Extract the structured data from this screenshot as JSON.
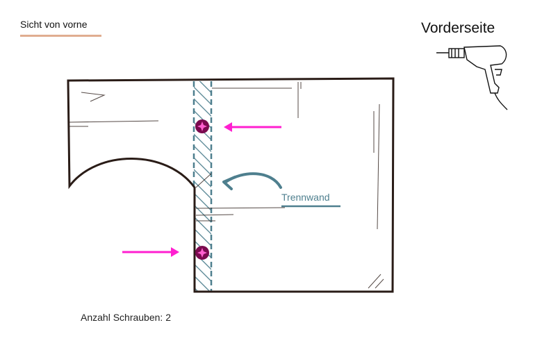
{
  "header": {
    "view_label": "Sicht von vorne",
    "side_label": "Vorderseite"
  },
  "diagram": {
    "partition_label": "Trennwand",
    "screw_count_text": "Anzahl Schrauben: 2"
  },
  "colors": {
    "outline": "#2a1c17",
    "partition": "#4e7f8e",
    "arrow": "#ff1fd0",
    "screw": "#7a0a4e",
    "accent_line": "#e0ad90"
  },
  "icons": [
    "drill-icon",
    "screw-icon"
  ]
}
